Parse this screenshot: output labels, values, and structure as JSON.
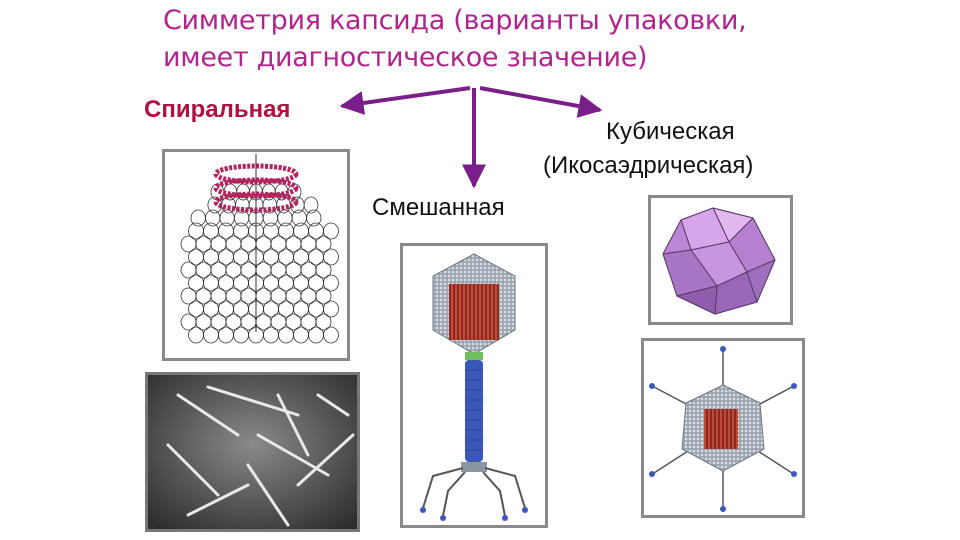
{
  "title": {
    "line1": "Симметрия капсида (варианты упаковки,",
    "line2": "имеет диагностическое значение)"
  },
  "labels": {
    "helical": "Спиральная",
    "cubic": "Кубическая",
    "cubic_sub": "(Икосаэдрическая)",
    "mixed": "Смешанная"
  },
  "colors": {
    "title": "#b0248c",
    "helical_label": "#b01040",
    "arrow": "#7a1f8a",
    "helix": "#b3245e",
    "icosahedron": "#c98fe0"
  },
  "icons": [
    "helical-virus-illustration",
    "rod-virus-micrograph",
    "bacteriophage-illustration",
    "icosahedron-illustration",
    "adenovirus-illustration"
  ]
}
